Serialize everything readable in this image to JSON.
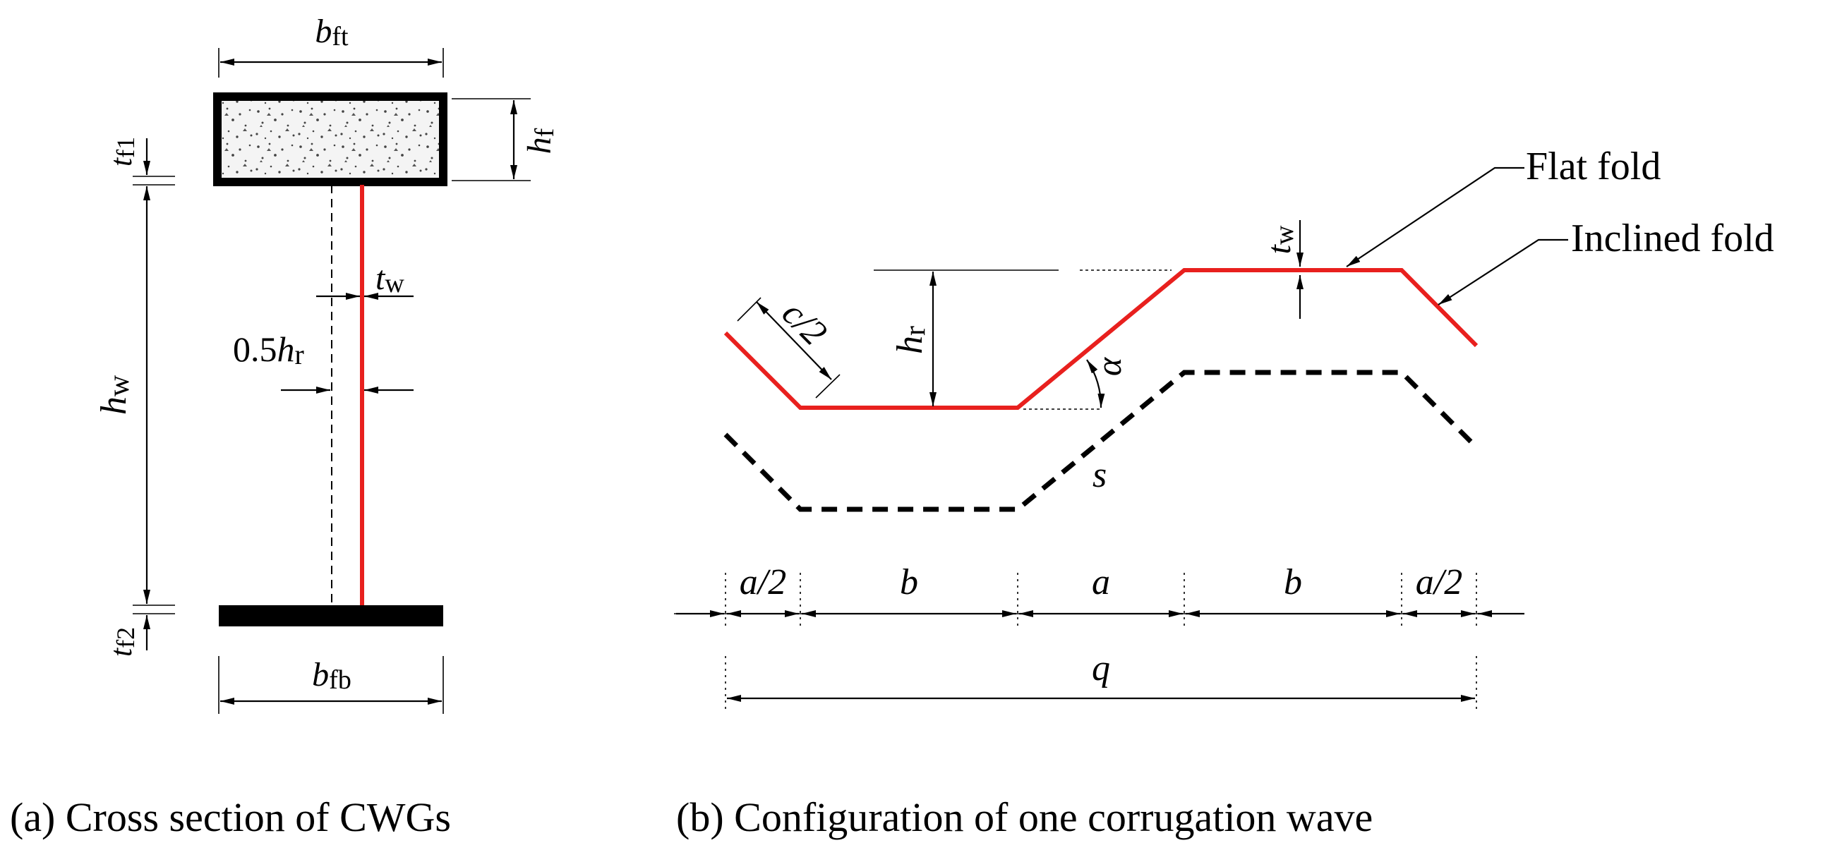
{
  "panel_a": {
    "caption": "(a) Cross section of CWGs",
    "b_ft": {
      "main": "b",
      "sub": "ft"
    },
    "b_fb": {
      "main": "b",
      "sub": "fb"
    },
    "h_f": {
      "main": "h",
      "sub": "f"
    },
    "t_f1": {
      "main": "t",
      "sub": "f1"
    },
    "t_f2": {
      "main": "t",
      "sub": "f2"
    },
    "h_w": {
      "main": "h",
      "sub": "w"
    },
    "t_w": {
      "main": "t",
      "sub": "w"
    },
    "half_hr": {
      "prefix": "0.5",
      "main": "h",
      "sub": "r"
    }
  },
  "panel_b": {
    "caption": "(b) Configuration of one corrugation wave",
    "flat_fold": "Flat fold",
    "inclined_fold": "Inclined fold",
    "t_w": {
      "main": "t",
      "sub": "w"
    },
    "h_r": {
      "main": "h",
      "sub": "r"
    },
    "c_half": "c/2",
    "alpha": "α",
    "s": "s",
    "a_half_left": "a/2",
    "b_left": "b",
    "a_mid": "a",
    "b_right": "b",
    "a_half_right": "a/2",
    "q": "q"
  },
  "colors": {
    "web": "#e8201e",
    "outline": "#000000"
  }
}
